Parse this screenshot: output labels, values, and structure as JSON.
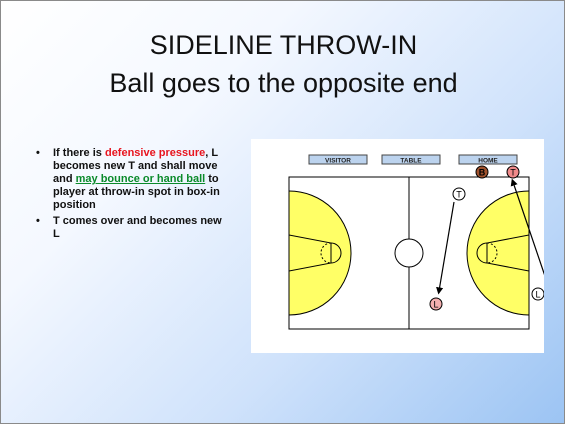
{
  "slide": {
    "title_line1": "SIDELINE THROW-IN",
    "title_line2": "Ball goes to the opposite end"
  },
  "bullets": [
    {
      "parts": [
        "If there is ",
        "defensive pressure",
        ", L becomes new T and shall move and ",
        "may bounce or hand ball",
        " to player at throw-in spot in box-in position"
      ]
    },
    {
      "parts": [
        "T comes over and becomes new L"
      ]
    }
  ],
  "court": {
    "labels": {
      "visitor": "VISITOR",
      "table": "TABLE",
      "home": "HOME"
    },
    "markers": {
      "b": "B",
      "t_top": "T",
      "t_mid": "T",
      "l_red": "L",
      "l_side": "L"
    },
    "colors": {
      "paint": "#ffff66",
      "label_box": "#bcd3ee",
      "b_fill": "#a0522d",
      "t_fill": "#f08a8a",
      "l_fill": "#f4b0b0"
    }
  }
}
